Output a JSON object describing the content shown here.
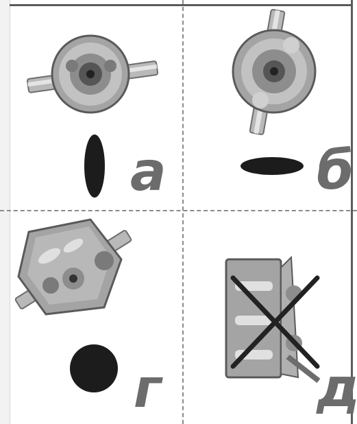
{
  "panels": [
    {
      "id": "a",
      "label": "а",
      "shadow": "ellipse-vertical",
      "crossed": false
    },
    {
      "id": "b",
      "label": "б",
      "shadow": "ellipse-horizontal",
      "crossed": false
    },
    {
      "id": "g",
      "label": "г",
      "shadow": "circle",
      "crossed": false
    },
    {
      "id": "d",
      "label": "д",
      "shadow": "none",
      "crossed": true
    }
  ],
  "colors": {
    "body_gray": "#9a9a9a",
    "shadow_black": "#1c1c1c",
    "label_gray": "#6c6c6c",
    "cross_black": "#222222"
  }
}
